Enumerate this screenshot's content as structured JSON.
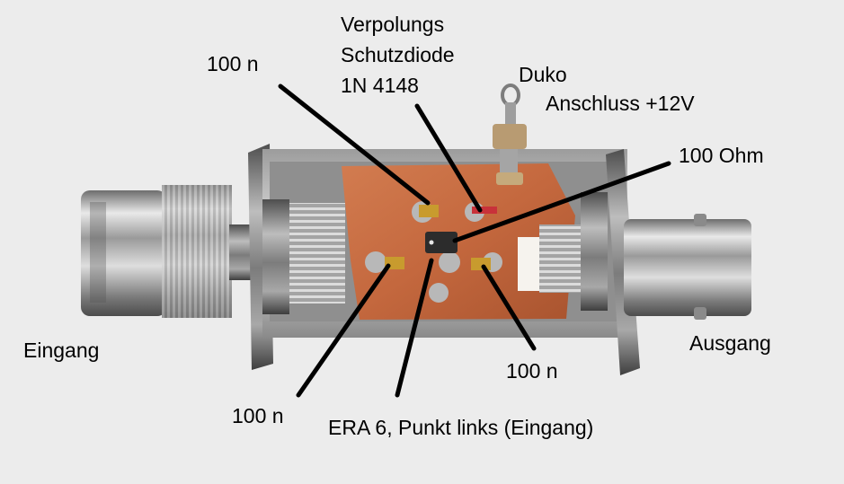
{
  "labels": {
    "diode_line1": "Verpolungs",
    "diode_line2": "Schutzdiode",
    "diode_line3": "1N 4148",
    "cap_top": "100 n",
    "duko_line1": "Duko",
    "duko_line2": "Anschluss +12V",
    "resistor": "100 Ohm",
    "input": "Eingang",
    "output": "Ausgang",
    "cap_bottom_left": "100 n",
    "cap_bottom_right": "100 n",
    "amplifier": "ERA 6, Punkt links (Eingang)"
  },
  "colors": {
    "background": "#ececec",
    "copper": "#c46a40",
    "metal": "#b9b9b9",
    "annotation": "#000000"
  }
}
